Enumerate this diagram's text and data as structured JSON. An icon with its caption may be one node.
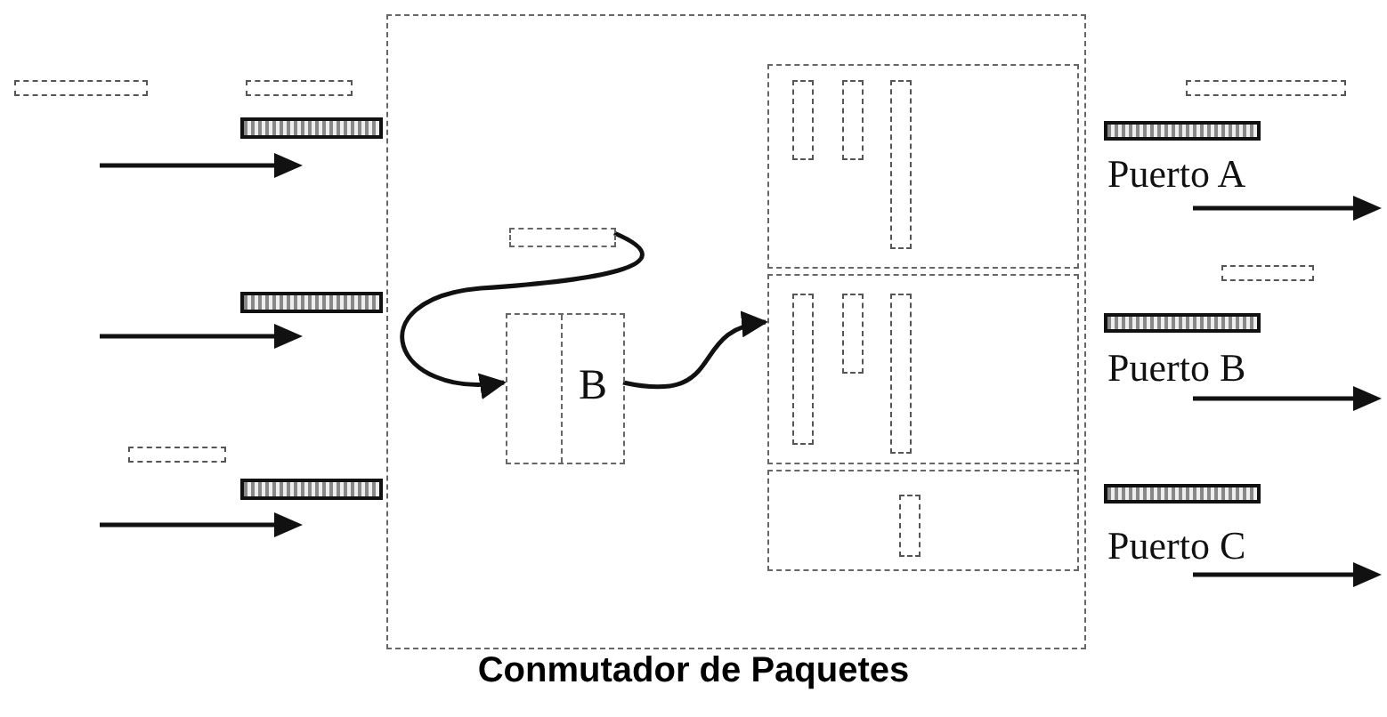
{
  "diagram": {
    "caption": "Conmutador de Paquetes",
    "nodes": [
      {
        "text": [],
        "shape": "box"
      },
      {
        "text": [],
        "shape": "bar"
      },
      {
        "text": [],
        "shape": "bar"
      },
      {
        "text": [],
        "shape": "bar"
      },
      {
        "text": [],
        "shape": "box",
        "in": 0
      },
      {
        "text": [
          "B"
        ],
        "in": 0
      },
      {
        "text": [],
        "shape": "box",
        "in": 0
      },
      {
        "text": [],
        "shape": "box",
        "in": 0
      },
      {
        "text": [],
        "shape": "box",
        "in": 0
      },
      {
        "text": [
          "Puerto A"
        ]
      },
      {
        "text": [
          "Puerto B"
        ]
      },
      {
        "text": [
          "Puerto C"
        ]
      }
    ],
    "edges": [
      {
        "from": 4,
        "to": 5,
        "arrow": "to"
      },
      {
        "from": 5,
        "to": 7,
        "arrow": "to"
      }
    ]
  }
}
